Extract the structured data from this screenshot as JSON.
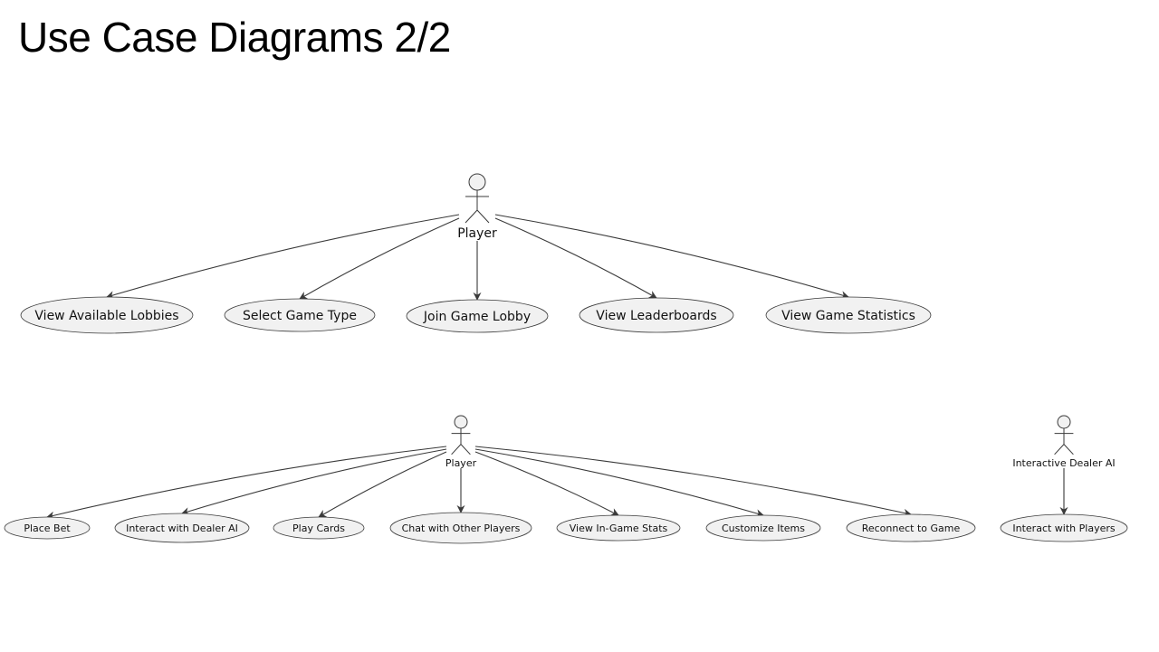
{
  "slide": {
    "title": "Use Case Diagrams 2/2"
  },
  "colors": {
    "usecase_fill": "#f1f1f1",
    "stroke": "#3a3a3a",
    "text": "#111111"
  },
  "diagrams": [
    {
      "actors": [
        {
          "name": "Player"
        }
      ],
      "use_cases": [
        "View Available Lobbies",
        "Select Game Type",
        "Join Game Lobby",
        "View Leaderboards",
        "View Game Statistics"
      ],
      "links": [
        {
          "from": "Player",
          "to": "View Available Lobbies"
        },
        {
          "from": "Player",
          "to": "Select Game Type"
        },
        {
          "from": "Player",
          "to": "Join Game Lobby"
        },
        {
          "from": "Player",
          "to": "View Leaderboards"
        },
        {
          "from": "Player",
          "to": "View Game Statistics"
        }
      ]
    },
    {
      "actors": [
        {
          "name": "Player"
        },
        {
          "name": "Interactive Dealer AI"
        }
      ],
      "use_cases": [
        "Place Bet",
        "Interact with Dealer AI",
        "Play Cards",
        "Chat with Other Players",
        "View In-Game Stats",
        "Customize Items",
        "Reconnect to Game",
        "Interact with Players"
      ],
      "links": [
        {
          "from": "Player",
          "to": "Place Bet"
        },
        {
          "from": "Player",
          "to": "Interact with Dealer AI"
        },
        {
          "from": "Player",
          "to": "Play Cards"
        },
        {
          "from": "Player",
          "to": "Chat with Other Players"
        },
        {
          "from": "Player",
          "to": "View In-Game Stats"
        },
        {
          "from": "Player",
          "to": "Customize Items"
        },
        {
          "from": "Player",
          "to": "Reconnect to Game"
        },
        {
          "from": "Interactive Dealer AI",
          "to": "Interact with Players"
        }
      ]
    }
  ]
}
